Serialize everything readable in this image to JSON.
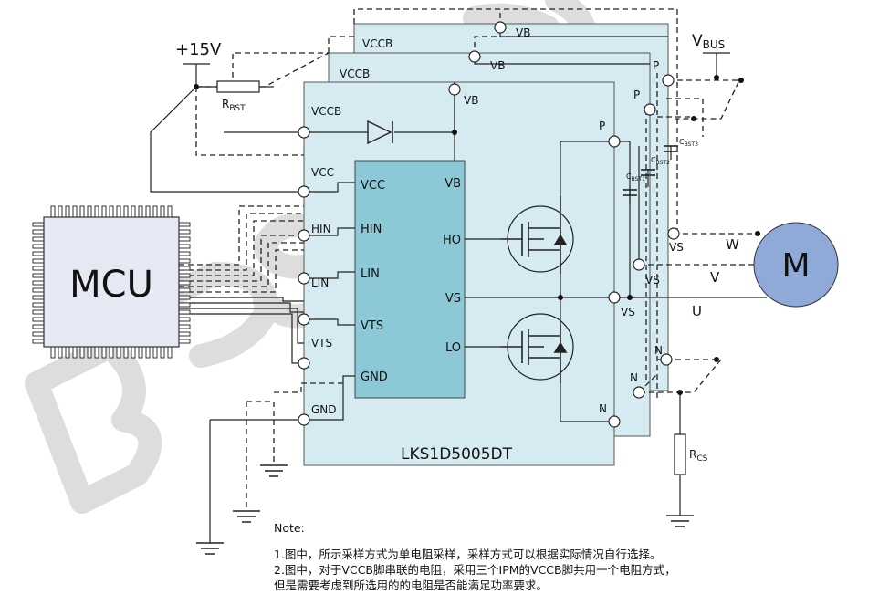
{
  "labels": {
    "supply": "+15V",
    "rbst": "R",
    "rbst_sub": "BST",
    "vbus": "V",
    "vbus_sub": "BUS",
    "mcu": "MCU",
    "motor": "M",
    "chip": "LKS1D5005DT",
    "rcs": "R",
    "rcs_sub": "CS",
    "cbst1": "C",
    "cbst1_sub": "BST1",
    "cbst2": "C",
    "cbst2_sub": "BST2",
    "cbst3": "C",
    "cbst3_sub": "BST3",
    "phase_w": "W",
    "phase_v": "V",
    "phase_u": "U"
  },
  "ipm_pins": {
    "vccb3": "VCCB",
    "vb3": "VB",
    "vccb2": "VCCB",
    "vb2": "VB",
    "vccb": "VCCB",
    "vb": "VB",
    "p3": "P",
    "p2": "P",
    "p": "P",
    "vcc": "VCC",
    "hin": "HIN",
    "lin": "LIN",
    "vts": "VTS",
    "gnd": "GND",
    "vs3": "VS",
    "vs2": "VS",
    "vs": "VS",
    "n3": "N",
    "n2": "N",
    "n": "N"
  },
  "driver_pins": {
    "vcc": "VCC",
    "hin": "HIN",
    "lin": "LIN",
    "vts": "VTS",
    "gnd": "GND",
    "vb": "VB",
    "ho": "HO",
    "vs": "VS",
    "lo": "LO"
  },
  "note": {
    "title": "Note:",
    "line1": "1.图中，所示采样方式为单电阻采样，采样方式可以根据实际情况自行选择。",
    "line2": "2.图中，对于VCCB脚串联的电阻，采用三个IPM的VCCB脚共用一个电阻方式，",
    "line3": "但是需要考虑到所选用的的电阻是否能满足功率要求。"
  },
  "colors": {
    "ipm_fill": "#d6ebf1",
    "driver_fill": "#8cc8d6",
    "motor_fill": "#8fa9d9",
    "line": "#222222",
    "watermark": "#cfcfcf"
  }
}
